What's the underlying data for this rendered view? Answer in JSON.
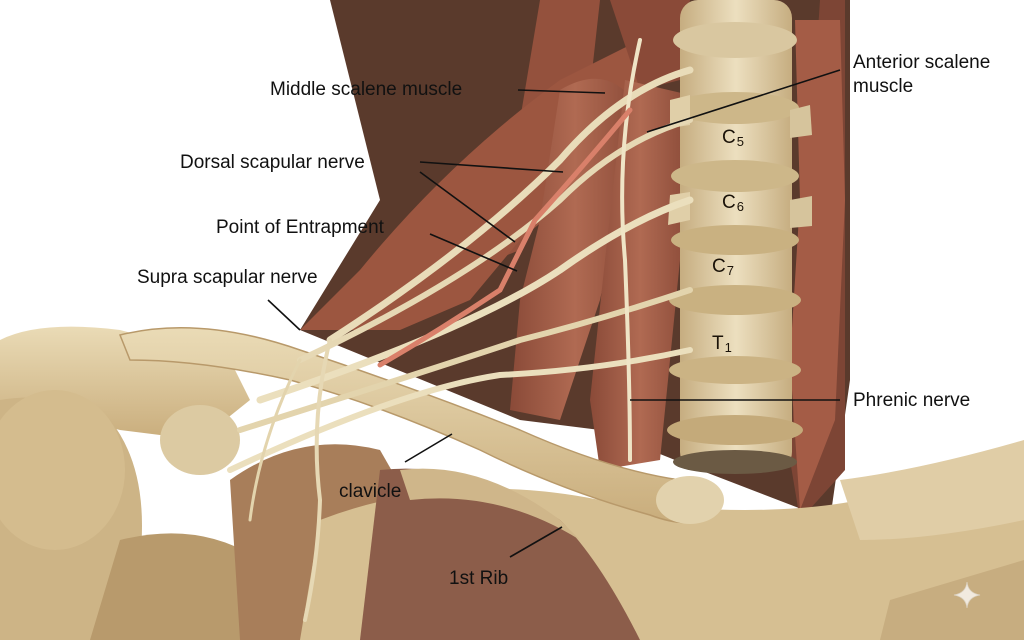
{
  "labels": {
    "middle_scalene": "Middle scalene muscle",
    "dorsal_scapular": "Dorsal scapular nerve",
    "entrapment": "Point of Entrapment",
    "supra_scapular": "Supra scapular nerve",
    "anterior_scalene_line1": "Anterior scalene",
    "anterior_scalene_line2": "muscle",
    "phrenic": "Phrenic nerve",
    "clavicle": "clavicle",
    "first_rib": "1st Rib"
  },
  "vertebrae": [
    {
      "letter": "C",
      "number": "5"
    },
    {
      "letter": "C",
      "number": "6"
    },
    {
      "letter": "C",
      "number": "7"
    },
    {
      "letter": "T",
      "number": "1"
    }
  ],
  "colors": {
    "bone": "#d8c39a",
    "muscle": "#a65f48",
    "nerve": "#ece2c2",
    "entrapment_nerve": "#d9806a",
    "label_text": "#111111",
    "background": "#ffffff"
  },
  "icons": {
    "watermark": "sparkle-icon"
  }
}
